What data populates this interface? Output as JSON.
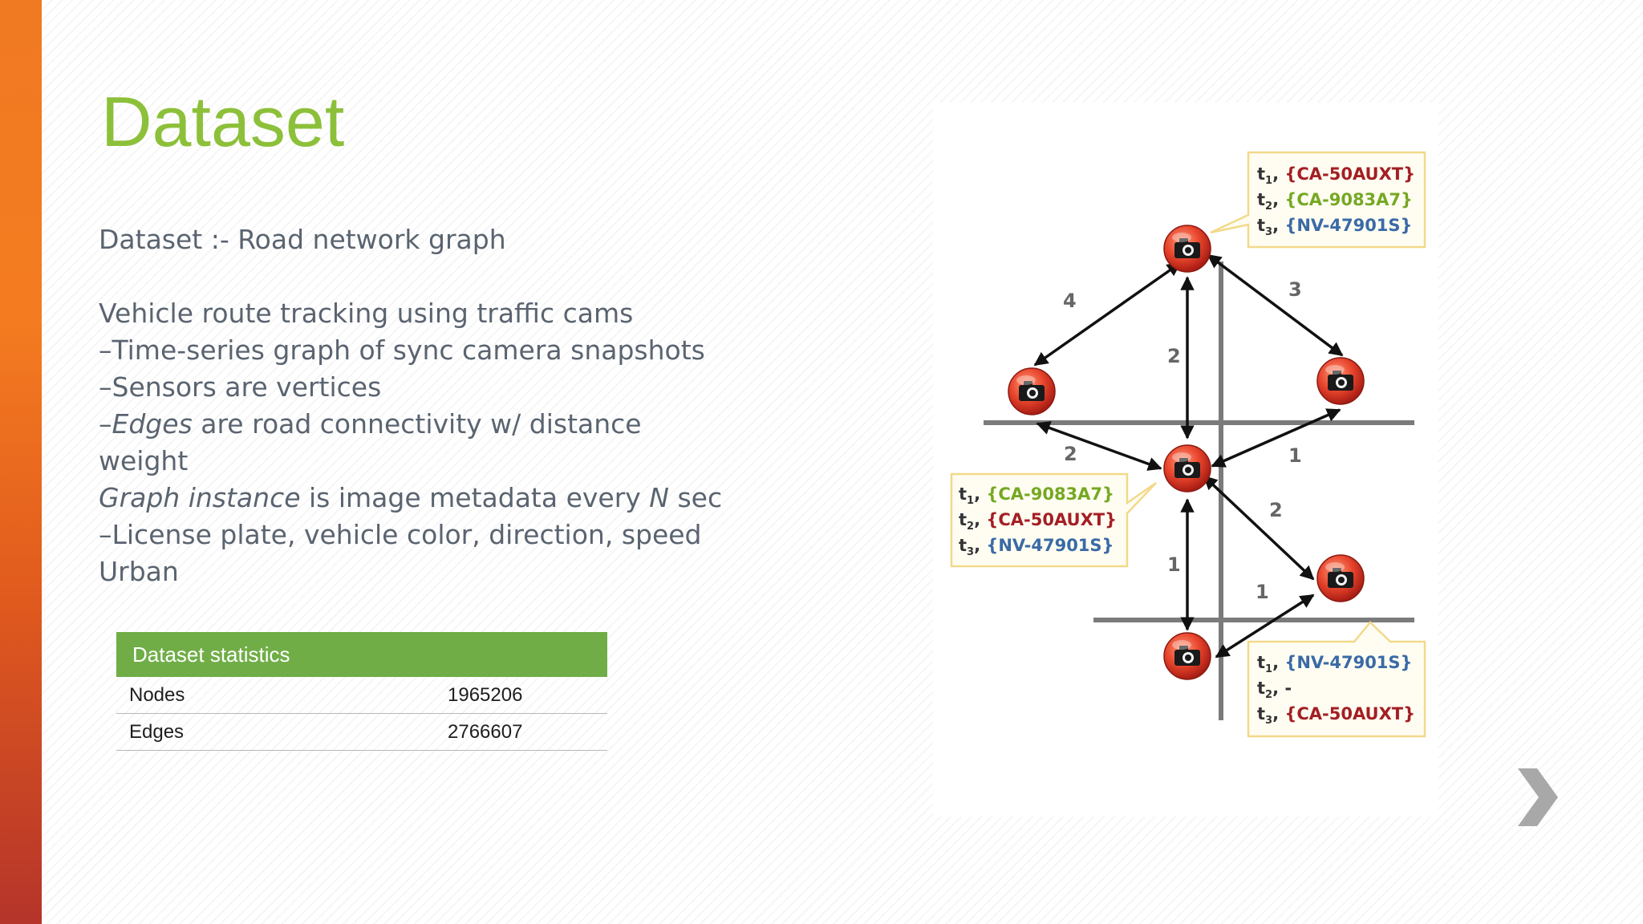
{
  "slide": {
    "title": "Dataset",
    "lines": [
      {
        "parts": [
          {
            "text": "Dataset :- Road network graph"
          }
        ]
      },
      {
        "blank": true
      },
      {
        "parts": [
          {
            "text": "Vehicle route tracking using traffic cams"
          }
        ]
      },
      {
        "parts": [
          {
            "text": "–Time-series graph of sync camera snapshots"
          }
        ]
      },
      {
        "parts": [
          {
            "text": "–Sensors are vertices"
          }
        ]
      },
      {
        "parts": [
          {
            "text": "–"
          },
          {
            "text": "Edges",
            "italic": true
          },
          {
            "text": " are road connectivity w/ distance"
          }
        ]
      },
      {
        "parts": [
          {
            "text": "weight"
          }
        ]
      },
      {
        "parts": [
          {
            "text": "Graph instance",
            "italic": true
          },
          {
            "text": " is image metadata every "
          },
          {
            "text": "N",
            "italic": true
          },
          {
            "text": " sec"
          }
        ]
      },
      {
        "parts": [
          {
            "text": "–License plate, vehicle color, direction, speed"
          }
        ]
      },
      {
        "parts": [
          {
            "text": "Urban"
          }
        ]
      }
    ]
  },
  "stats_table": {
    "header": "Dataset statistics",
    "rows": [
      {
        "label": "Nodes",
        "value": "1965206"
      },
      {
        "label": "Edges",
        "value": "2766607"
      }
    ]
  },
  "diagram": {
    "edge_labels": {
      "e1": "4",
      "e2": "2",
      "e3": "3",
      "e4": "2",
      "e5": "1",
      "e6": "2",
      "e7": "1",
      "e8": "1"
    },
    "callouts": {
      "top": [
        {
          "t": "t",
          "sub": "1",
          "plate": "{CA-50AUXT}",
          "color": "#a31f24"
        },
        {
          "t": "t",
          "sub": "2",
          "plate": "{CA-9083A7}",
          "color": "#76a823"
        },
        {
          "t": "t",
          "sub": "3",
          "plate": "{NV-47901S}",
          "color": "#3a6aa5"
        }
      ],
      "mid": [
        {
          "t": "t",
          "sub": "1",
          "plate": "{CA-9083A7}",
          "color": "#76a823"
        },
        {
          "t": "t",
          "sub": "2",
          "plate": "{CA-50AUXT}",
          "color": "#a31f24"
        },
        {
          "t": "t",
          "sub": "3",
          "plate": "{NV-47901S}",
          "color": "#3a6aa5"
        }
      ],
      "bot": [
        {
          "t": "t",
          "sub": "1",
          "plate": "{NV-47901S}",
          "color": "#3a6aa5"
        },
        {
          "t": "t",
          "sub": "2",
          "plate": "-",
          "color": "#333333"
        },
        {
          "t": "t",
          "sub": "3",
          "plate": "{CA-50AUXT}",
          "color": "#a31f24"
        }
      ]
    }
  },
  "colors": {
    "accent": "#8dc03a",
    "table_header": "#70ad47",
    "sidebar": "#f47b20",
    "text": "#5a6470"
  },
  "icons": {
    "camera": "camera-icon",
    "next": "chevron-right-icon"
  }
}
